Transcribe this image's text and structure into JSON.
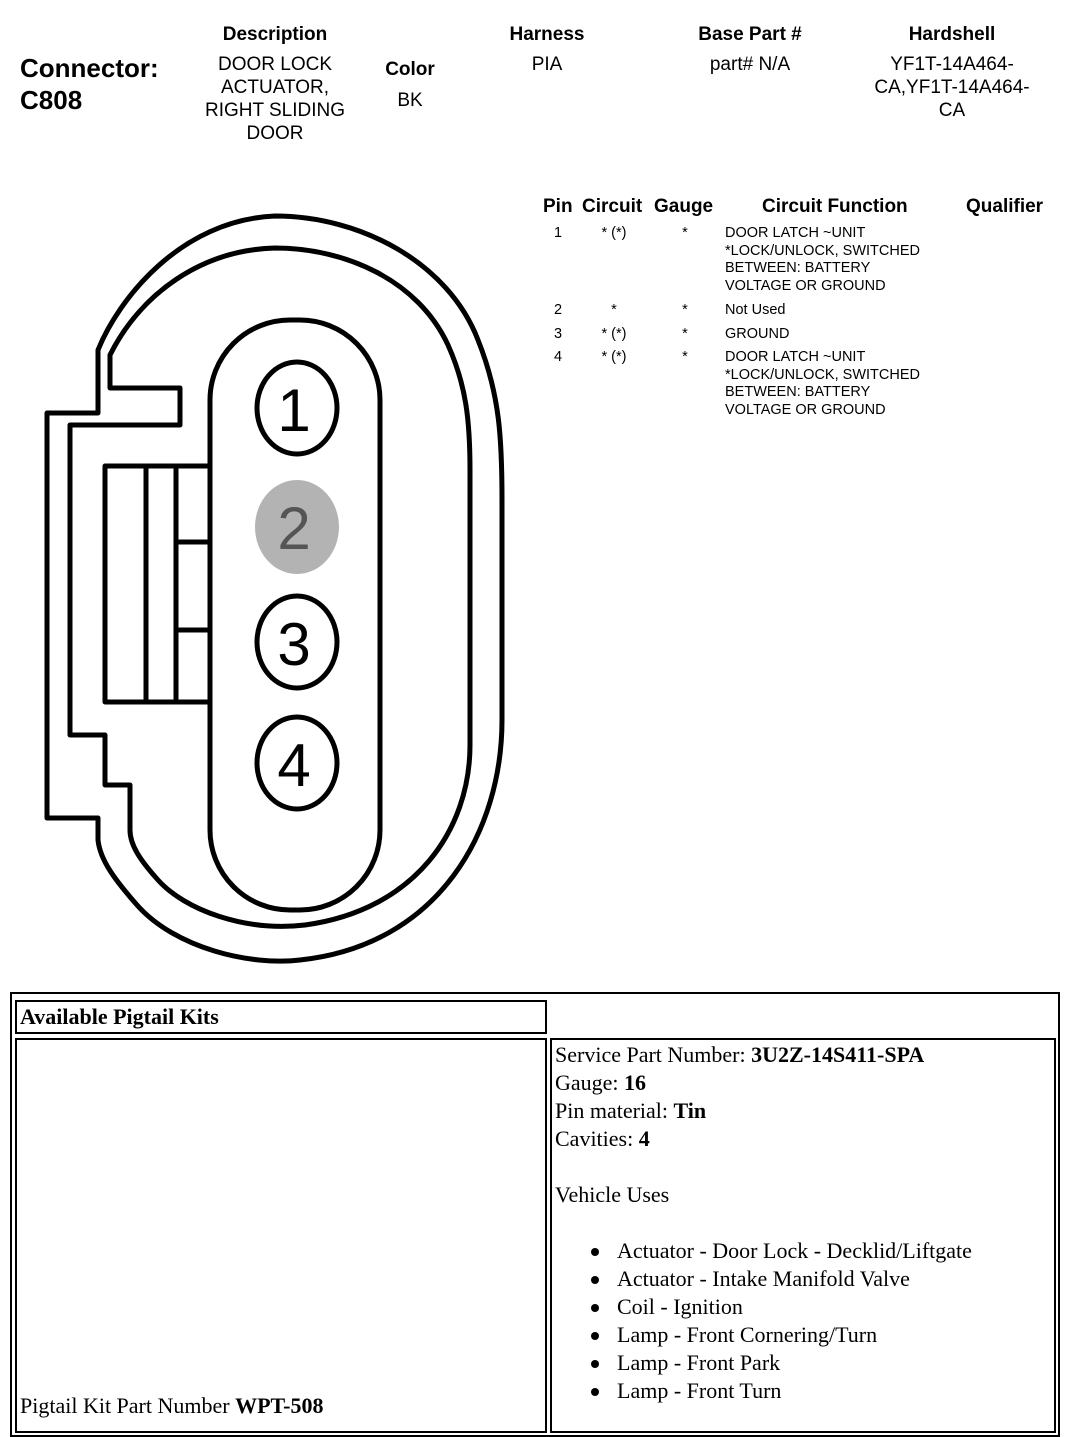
{
  "connector": {
    "label": "Connector:",
    "id": "C808"
  },
  "header": {
    "description_label": "Description",
    "description_lines": [
      "DOOR LOCK",
      "ACTUATOR,",
      "RIGHT SLIDING",
      "DOOR"
    ],
    "color_label": "Color",
    "color_value": "BK",
    "harness_label": "Harness",
    "harness_value": "PIA",
    "base_part_label": "Base Part #",
    "base_part_value": "part# N/A",
    "hardshell_label": "Hardshell",
    "hardshell_lines": [
      "YF1T-14A464-",
      "CA,YF1T-14A464-",
      "CA"
    ]
  },
  "pin_table": {
    "headers": {
      "pin": "Pin",
      "circuit": "Circuit",
      "gauge": "Gauge",
      "function": "Circuit Function",
      "qualifier": "Qualifier"
    },
    "rows": [
      {
        "pin": "1",
        "circuit": "* (*)",
        "gauge": "*",
        "function_lines": [
          "DOOR LATCH ~UNIT",
          "*LOCK/UNLOCK, SWITCHED",
          "BETWEEN: BATTERY",
          "VOLTAGE OR GROUND"
        ]
      },
      {
        "pin": "2",
        "circuit": "*",
        "gauge": "*",
        "function_lines": [
          "Not Used"
        ]
      },
      {
        "pin": "3",
        "circuit": "* (*)",
        "gauge": "*",
        "function_lines": [
          "GROUND"
        ]
      },
      {
        "pin": "4",
        "circuit": "* (*)",
        "gauge": "*",
        "function_lines": [
          "DOOR LATCH ~UNIT",
          "*LOCK/UNLOCK, SWITCHED",
          "BETWEEN: BATTERY",
          "VOLTAGE OR GROUND"
        ]
      }
    ]
  },
  "diagram": {
    "pins": [
      "1",
      "2",
      "3",
      "4"
    ],
    "colors": {
      "stroke": "#000000",
      "unused_pin_fill": "#b3b3b3",
      "pin_fill": "#ffffff"
    }
  },
  "pigtail": {
    "title": "Available Pigtail Kits",
    "service_part_label": "Service Part Number: ",
    "service_part_value": "3U2Z-14S411-SPA",
    "gauge_label": "Gauge: ",
    "gauge_value": "16",
    "pin_material_label": "Pin material: ",
    "pin_material_value": "Tin",
    "cavities_label": "Cavities: ",
    "cavities_value": "4",
    "vehicle_uses_label": "Vehicle Uses",
    "vehicle_uses": [
      "Actuator - Door Lock - Decklid/Liftgate",
      "Actuator - Intake Manifold Valve",
      "Coil - Ignition",
      "Lamp - Front Cornering/Turn",
      "Lamp - Front Park",
      "Lamp - Front Turn"
    ],
    "kit_part_label": "Pigtail Kit Part Number ",
    "kit_part_value": "WPT-508"
  }
}
